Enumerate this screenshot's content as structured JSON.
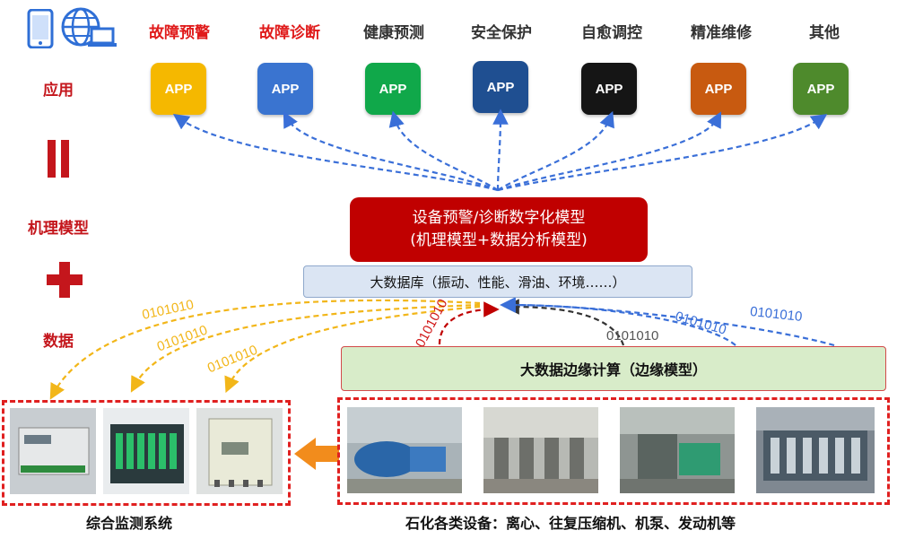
{
  "categories": [
    {
      "label": "故障预警",
      "highlight": true,
      "color": "#f5b800"
    },
    {
      "label": "故障诊断",
      "highlight": true,
      "color": "#3a74d0"
    },
    {
      "label": "健康预测",
      "highlight": false,
      "color": "#10a84a"
    },
    {
      "label": "安全保护",
      "highlight": false,
      "color": "#1f4f91"
    },
    {
      "label": "自愈调控",
      "highlight": false,
      "color": "#151515"
    },
    {
      "label": "精准维修",
      "highlight": false,
      "color": "#c85a10"
    },
    {
      "label": "其他",
      "highlight": false,
      "color": "#4e8a2c"
    }
  ],
  "app_label": "APP",
  "left_labels": {
    "application": "应用",
    "model": "机理模型",
    "data": "数据"
  },
  "model_box": {
    "line1": "设备预警/诊断数字化模型",
    "line2": "(机理模型+数据分析模型)"
  },
  "database": "大数据库（振动、性能、滑油、环境……）",
  "edge": "大数据边缘计算（边缘模型）",
  "binary": "0101010",
  "captions": {
    "monitoring": "综合监测系统",
    "equipment": "石化各类设备：离心、往复压缩机、机泵、发动机等"
  },
  "colors": {
    "accent_red": "#c00000",
    "arrow_blue": "#3a6fd8",
    "arrow_yellow": "#f2b619"
  }
}
